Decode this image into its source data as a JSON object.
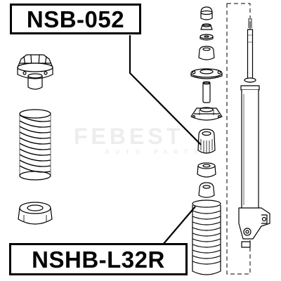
{
  "labels": {
    "top_part_number": "NSB-052",
    "bottom_part_number": "NSHB-L32R"
  },
  "watermark": {
    "brand": "FEBEST",
    "tagline": "AUTO PARTS"
  },
  "colors": {
    "line": "#000000",
    "background": "#ffffff",
    "watermark": "#e8e8e8"
  },
  "parts": [
    "strut-mount",
    "coil-spring",
    "spring-seat-rubber",
    "bump-cap",
    "nut",
    "washer",
    "rubber-bushing",
    "bearing-plate",
    "collar",
    "upper-mount",
    "shock-bushing",
    "rubber-seat",
    "bump-stop",
    "dust-boot",
    "shock-absorber"
  ]
}
